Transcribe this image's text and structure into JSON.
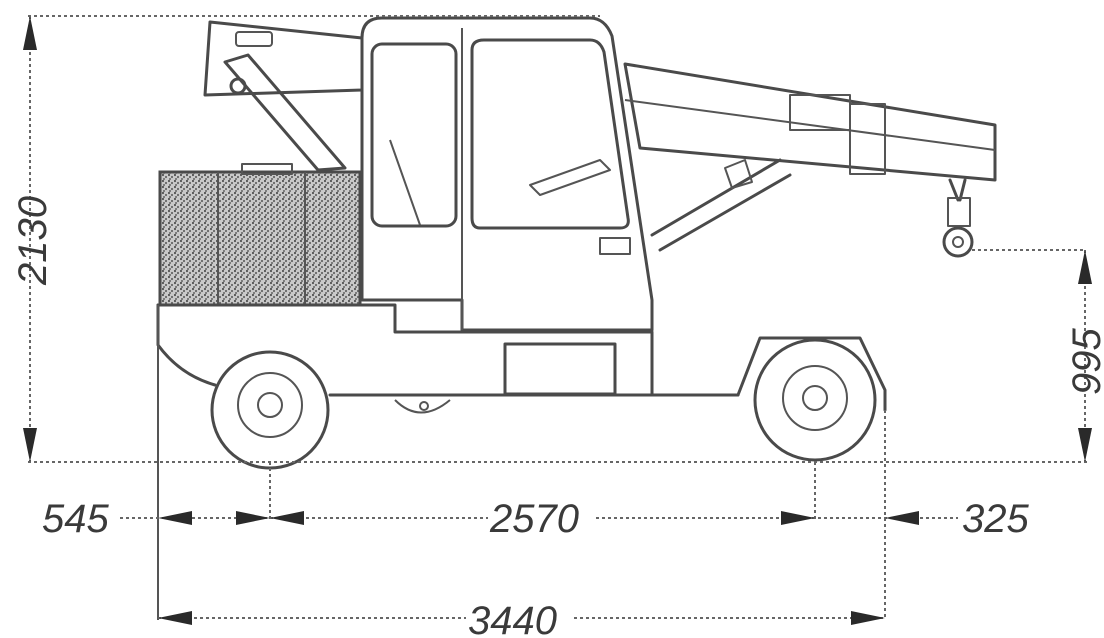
{
  "dimensions": {
    "total_height": "2130",
    "hook_height": "995",
    "front_overhang": "545",
    "wheelbase": "2570",
    "rear_overhang": "325",
    "total_length": "3440"
  }
}
